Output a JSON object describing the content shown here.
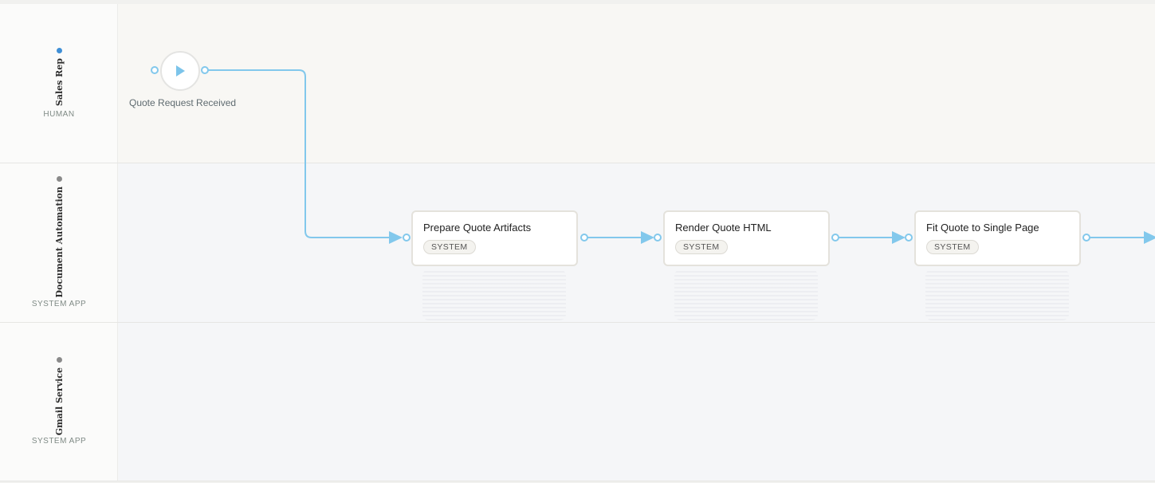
{
  "colors": {
    "accent": "#82c8ec",
    "sales_dot": "#3f8fd6",
    "system_dot": "#8a8a8a"
  },
  "lanes": [
    {
      "name": "Sales Rep",
      "type": "HUMAN"
    },
    {
      "name": "Document Automation",
      "type": "SYSTEM APP"
    },
    {
      "name": "Gmail Service",
      "type": "SYSTEM APP"
    }
  ],
  "start_event": {
    "label": "Quote Request Received",
    "icon": "play-icon"
  },
  "nodes": [
    {
      "title": "Prepare Quote Artifacts",
      "badge": "SYSTEM"
    },
    {
      "title": "Render Quote HTML",
      "badge": "SYSTEM"
    },
    {
      "title": "Fit Quote to Single Page",
      "badge": "SYSTEM"
    }
  ]
}
